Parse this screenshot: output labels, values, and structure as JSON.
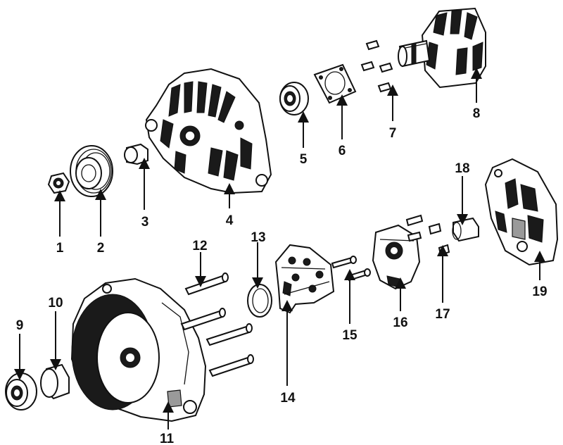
{
  "diagram": {
    "labels": {
      "p1": "1",
      "p2": "2",
      "p3": "3",
      "p4": "4",
      "p5": "5",
      "p6": "6",
      "p7": "7",
      "p8": "8",
      "p9": "9",
      "p10": "10",
      "p11": "11",
      "p12": "12",
      "p13": "13",
      "p14": "14",
      "p15": "15",
      "p16": "16",
      "p17": "17",
      "p18": "18",
      "p19": "19"
    },
    "colors": {
      "ink": "#111111",
      "background": "#ffffff",
      "shade": "#9a9a9a"
    }
  }
}
